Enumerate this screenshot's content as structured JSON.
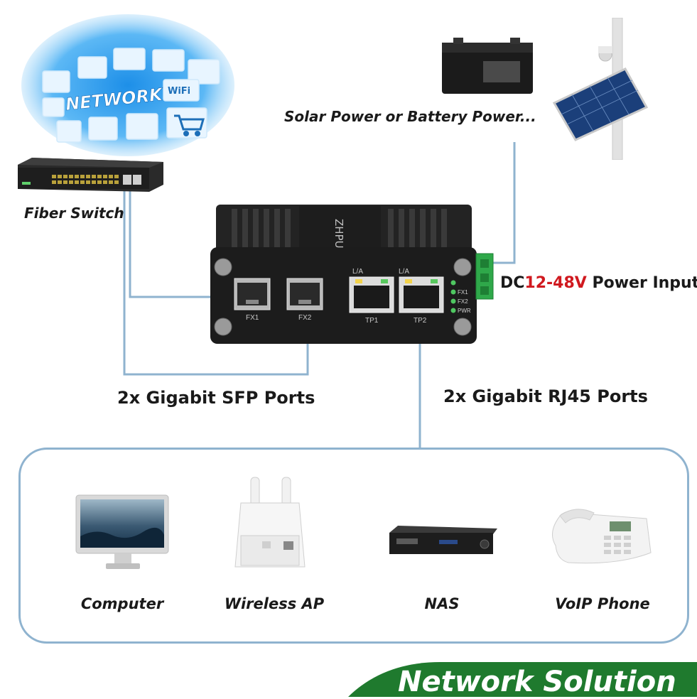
{
  "labels": {
    "power_source": "Solar Power or Battery Power...",
    "fiber_switch": "Fiber Switch",
    "sfp_ports": "2x Gigabit SFP Ports",
    "rj45_ports": "2x Gigabit RJ45 Ports",
    "power_input_prefix": "DC",
    "power_input_range": "12-48V",
    "power_input_suffix": " Power Input",
    "banner": "Network Solution",
    "network_word": "NETWORK",
    "wifi_word": "WiFi"
  },
  "device": {
    "brand": "ZHPU",
    "port_fx1": "FX1",
    "port_fx2": "FX2",
    "port_tp1": "TP1",
    "port_tp2": "TP2",
    "la_1": "L/A",
    "la_2": "L/A",
    "led_fx1": "FX1",
    "led_fx2": "FX2",
    "led_pwr": "PWR"
  },
  "endpoints": [
    {
      "label": "Computer"
    },
    {
      "label": "Wireless AP"
    },
    {
      "label": "NAS"
    },
    {
      "label": "VoIP Phone"
    }
  ],
  "colors": {
    "connector_line": "#8fb3cf",
    "banner_green": "#1f7a2e",
    "accent_red": "#d0191f",
    "device_body": "#1c1c1c",
    "terminal_green": "#2fa84a"
  }
}
